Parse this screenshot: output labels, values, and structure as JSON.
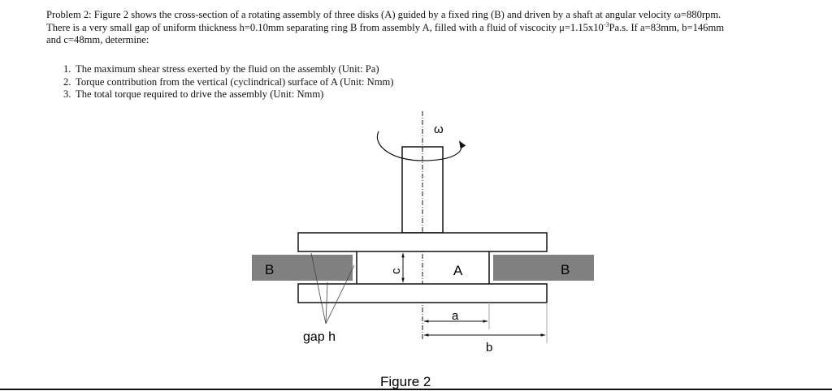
{
  "problem": {
    "intro_1": "Problem 2: Figure 2 shows the cross-section of a rotating assembly of three disks (A) guided by a fixed ring (B) and driven by a shaft at angular velocity ω=880rpm.",
    "intro_2a": "There is a very small gap of uniform thickness h=0.10mm separating ring B from assembly A, filled with a fluid of viscocity μ=1.15x10",
    "intro_2_exp": "-3",
    "intro_2b": "Pa.s. If a=83mm, b=146mm",
    "intro_3": "and c=48mm, determine:"
  },
  "questions": [
    {
      "num": "1.",
      "text": "The maximum shear stress exerted by the fluid on the assembly (Unit: Pa)"
    },
    {
      "num": "2.",
      "text": "Torque contribution from the vertical (cyclindrical) surface of A (Unit: Nmm)"
    },
    {
      "num": "3.",
      "text": "The total torque required to drive the assembly (Unit: Nmm)"
    }
  ],
  "figure": {
    "omega_label": "ω",
    "ring_left_label": "B",
    "ring_right_label": "B",
    "assembly_label": "A",
    "dim_c_label": "c",
    "dim_a_label": "a",
    "dim_b_label": "b",
    "gap_label": "gap h",
    "caption": "Figure 2",
    "ring_color": "#808080"
  }
}
